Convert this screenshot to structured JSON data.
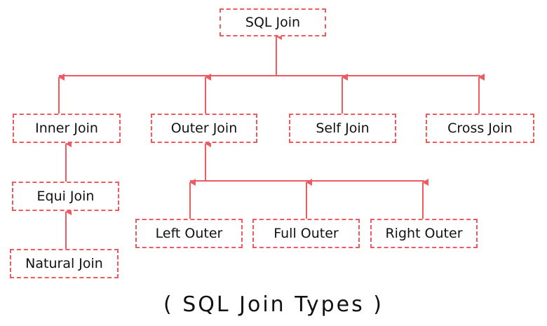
{
  "diagram": {
    "root": "SQL Join",
    "types": {
      "inner": "Inner Join",
      "outer": "Outer Join",
      "self": "Self Join",
      "cross": "Cross Join"
    },
    "inner_children": {
      "equi": "Equi Join",
      "natural": "Natural Join"
    },
    "outer_children": {
      "left": "Left Outer",
      "full": "Full Outer",
      "right": "Right Outer"
    },
    "caption": "( SQL Join Types )",
    "colors": {
      "line": "#ee5a5f",
      "text": "#111111"
    }
  }
}
